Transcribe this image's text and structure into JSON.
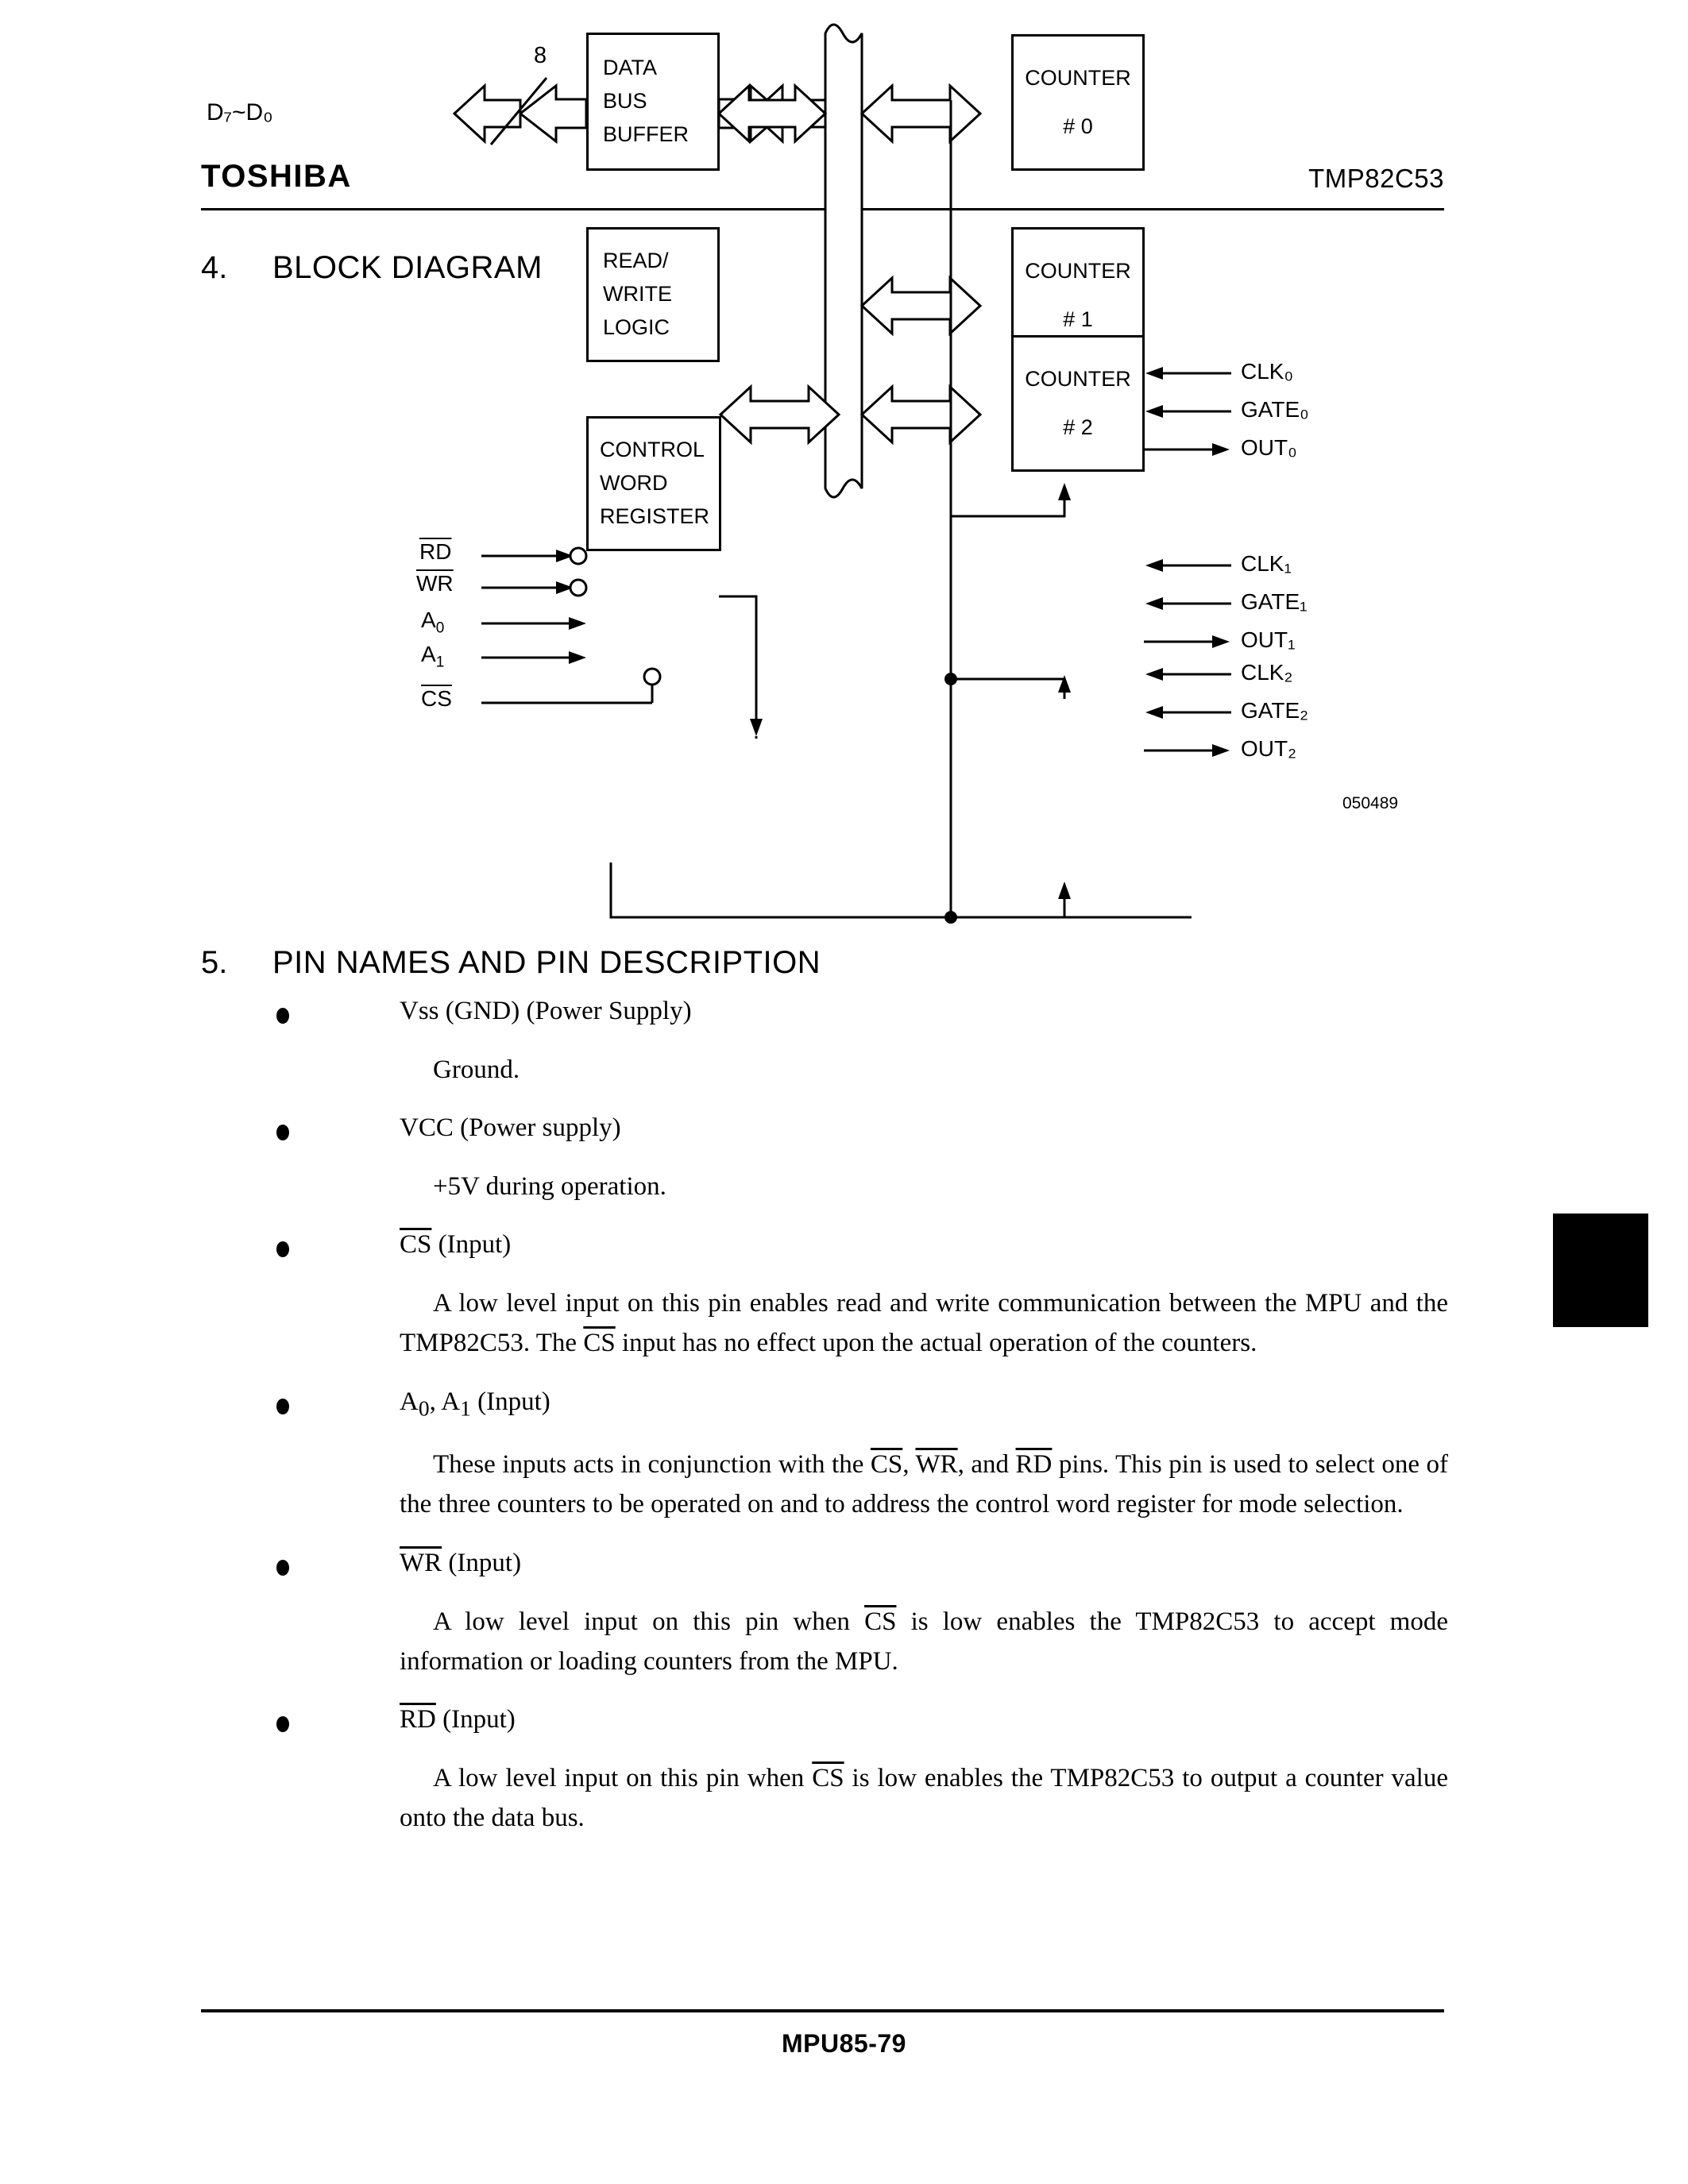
{
  "header": {
    "brand": "TOSHIBA",
    "part_number": "TMP82C53"
  },
  "sections": [
    {
      "number": "4.",
      "title": "BLOCK DIAGRAM"
    },
    {
      "number": "5.",
      "title": "PIN NAMES AND PIN DESCRIPTION"
    }
  ],
  "diagram": {
    "drawing_code": "050489",
    "bus_width_label": "8",
    "data_bus_label": "D₇~D₀",
    "blocks": {
      "data_bus_buffer": [
        "DATA",
        "BUS",
        "BUFFER"
      ],
      "read_write_logic": [
        "READ/",
        "WRITE",
        "LOGIC"
      ],
      "control_word_register": [
        "CONTROL",
        "WORD",
        "REGISTER"
      ],
      "counter0": [
        "COUNTER",
        "# 0"
      ],
      "counter1": [
        "COUNTER",
        "# 1"
      ],
      "counter2": [
        "COUNTER",
        "# 2"
      ]
    },
    "left_signals": [
      {
        "name": "RD",
        "overline": true
      },
      {
        "name": "WR",
        "overline": true
      },
      {
        "name": "A0",
        "overline": false
      },
      {
        "name": "A1",
        "overline": false
      },
      {
        "name": "CS",
        "overline": true
      }
    ],
    "counter_signals": [
      {
        "clk": "CLK₀",
        "gate": "GATE₀",
        "out": "OUT₀"
      },
      {
        "clk": "CLK₁",
        "gate": "GATE₁",
        "out": "OUT₁"
      },
      {
        "clk": "CLK₂",
        "gate": "GATE₂",
        "out": "OUT₂"
      }
    ]
  },
  "pin_descriptions": [
    {
      "term": "Vss (GND) (Power Supply)",
      "paragraphs": [
        "Ground."
      ]
    },
    {
      "term": "VCC (Power supply)",
      "paragraphs": [
        "+5V during operation."
      ]
    },
    {
      "term_html": "<span class=\"ovl2\">CS</span> (Input)",
      "paragraphs_html": [
        "A low level input on this pin enables read and write communication between the MPU and the TMP82C53.  The <span class=\"ovl2\">CS</span> input has no effect upon the actual operation of the counters."
      ]
    },
    {
      "term_html": "A<sub>0</sub>, A<sub>1</sub> (Input)",
      "paragraphs_html": [
        "These inputs acts in conjunction with the <span class=\"ovl2\">CS</span>, <span class=\"ovl2\">WR</span>, and <span class=\"ovl2\">RD</span> pins. This pin is used to select one of the three counters to be operated on and to address the control word register for mode selection."
      ]
    },
    {
      "term_html": "<span class=\"ovl2\">WR</span> (Input)",
      "paragraphs_html": [
        "A low level input on this pin when <span class=\"ovl2\">CS</span> is low enables the TMP82C53 to accept mode information or loading counters from the MPU."
      ]
    },
    {
      "term_html": "<span class=\"ovl2\">RD</span> (Input)",
      "paragraphs_html": [
        "A low level input on this pin when <span class=\"ovl2\">CS</span> is low enables the TMP82C53 to output a counter value onto the data bus."
      ]
    }
  ],
  "footer": {
    "page_code": "MPU85-79"
  }
}
